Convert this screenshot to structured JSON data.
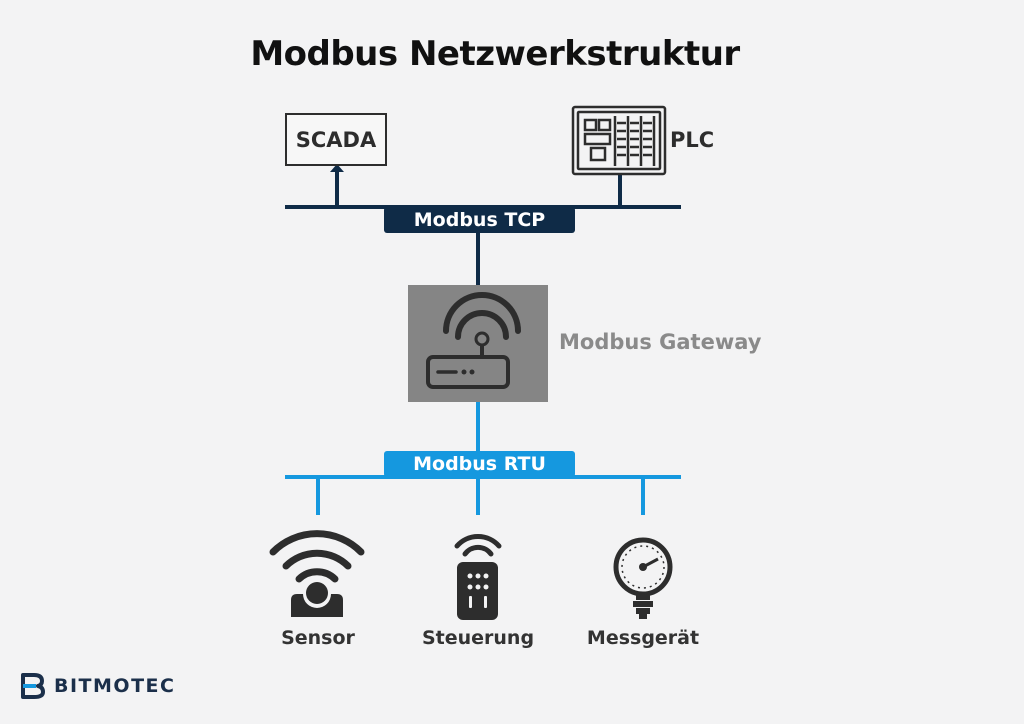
{
  "title": "Modbus Netzwerkstruktur",
  "nodes": {
    "scada": "SCADA",
    "plc": "PLC",
    "gateway": "Modbus Gateway"
  },
  "buses": {
    "tcp": "Modbus TCP",
    "rtu": "Modbus RTU"
  },
  "devices": [
    {
      "label": "Sensor",
      "icon": "wireless-sensor-icon"
    },
    {
      "label": "Steuerung",
      "icon": "remote-control-icon"
    },
    {
      "label": "Messgerät",
      "icon": "pressure-gauge-icon"
    }
  ],
  "brand": {
    "name": "BITMOTEC"
  },
  "colors": {
    "tcp_bus": "#0f2b47",
    "rtu_bus": "#1598df",
    "gateway": "#858585",
    "icon": "#2d2d2d"
  }
}
